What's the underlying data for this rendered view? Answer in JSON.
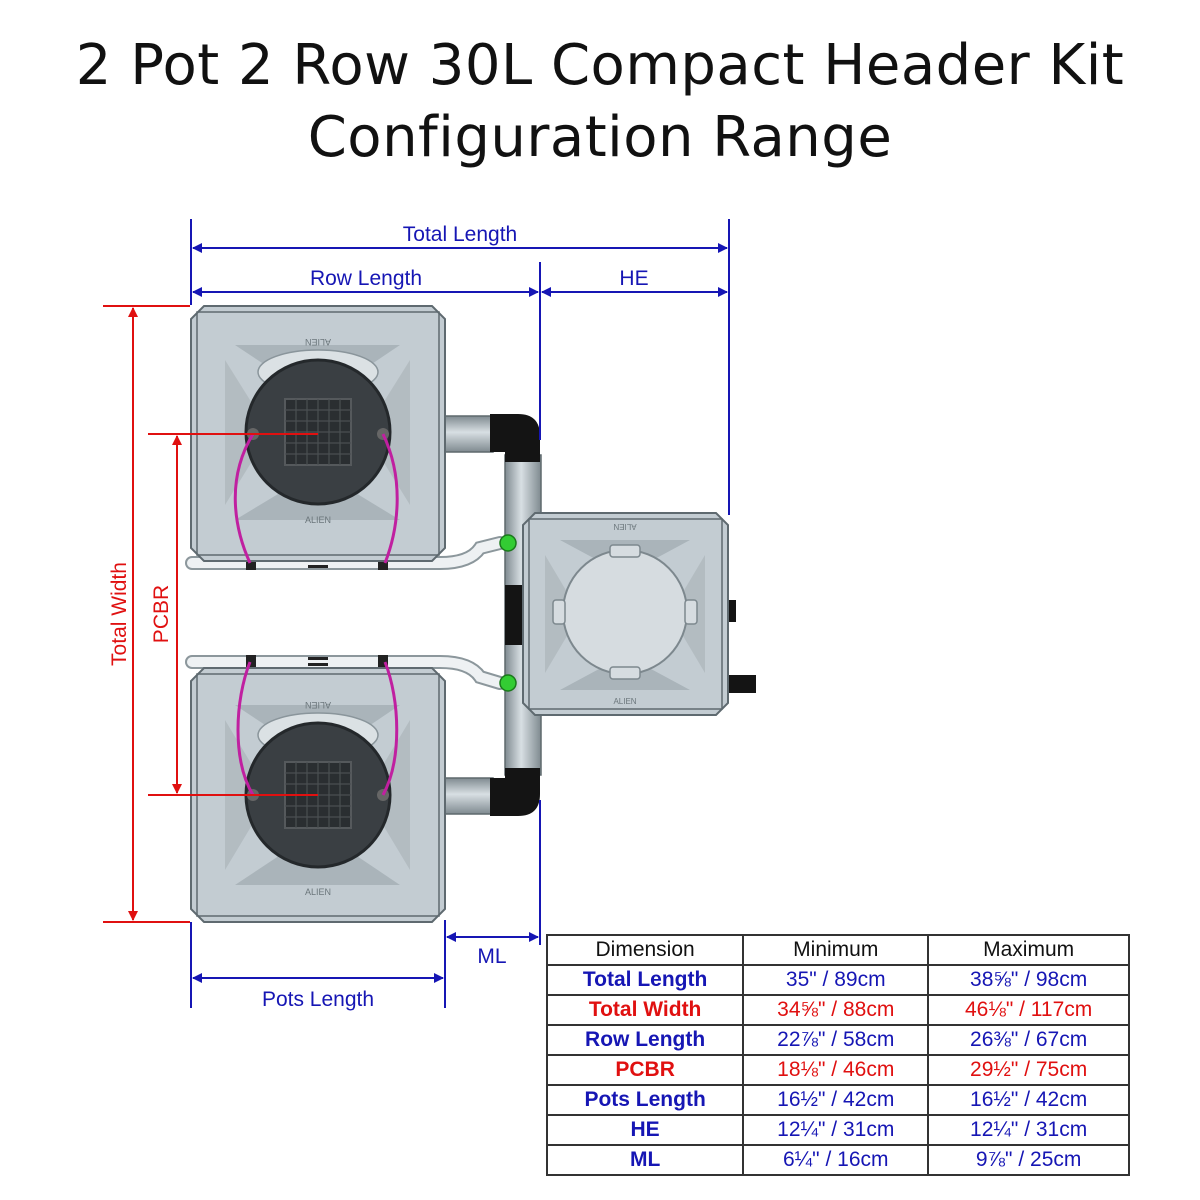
{
  "title": {
    "line1": "2 Pot 2 Row 30L Compact Header Kit",
    "line2": "Configuration Range"
  },
  "pot_logo_text": "ALIEN",
  "labels": {
    "total_length": "Total Length",
    "row_length": "Row Length",
    "he": "HE",
    "total_width": "Total Width",
    "pcbr": "PCBR",
    "ml": "ML",
    "pots_length": "Pots Length"
  },
  "colors": {
    "blue": "#1616b4",
    "red": "#e01010",
    "pot_body": "#c3ccd2",
    "pipe_grey": "#a9b3b8",
    "elbow_black": "#111111",
    "drip_magenta": "#c020a0",
    "valve_green": "#33cc33"
  },
  "table": {
    "headers": [
      "Dimension",
      "Minimum",
      "Maximum"
    ],
    "rows": [
      {
        "dimension": "Total Length",
        "minimum": "35\" / 89cm",
        "maximum": "38⅝\" / 98cm",
        "color": "blue"
      },
      {
        "dimension": "Total Width",
        "minimum": "34⅝\" / 88cm",
        "maximum": "46⅛\" / 117cm",
        "color": "red"
      },
      {
        "dimension": "Row Length",
        "minimum": "22⅞\" / 58cm",
        "maximum": "26⅜\" / 67cm",
        "color": "blue"
      },
      {
        "dimension": "PCBR",
        "minimum": "18⅛\" / 46cm",
        "maximum": "29½\" / 75cm",
        "color": "red"
      },
      {
        "dimension": "Pots Length",
        "minimum": "16½\" / 42cm",
        "maximum": "16½\" / 42cm",
        "color": "blue"
      },
      {
        "dimension": "HE",
        "minimum": "12¼\" / 31cm",
        "maximum": "12¼\" / 31cm",
        "color": "blue"
      },
      {
        "dimension": "ML",
        "minimum": "6¼\" / 16cm",
        "maximum": "9⅞\" / 25cm",
        "color": "blue"
      }
    ]
  }
}
